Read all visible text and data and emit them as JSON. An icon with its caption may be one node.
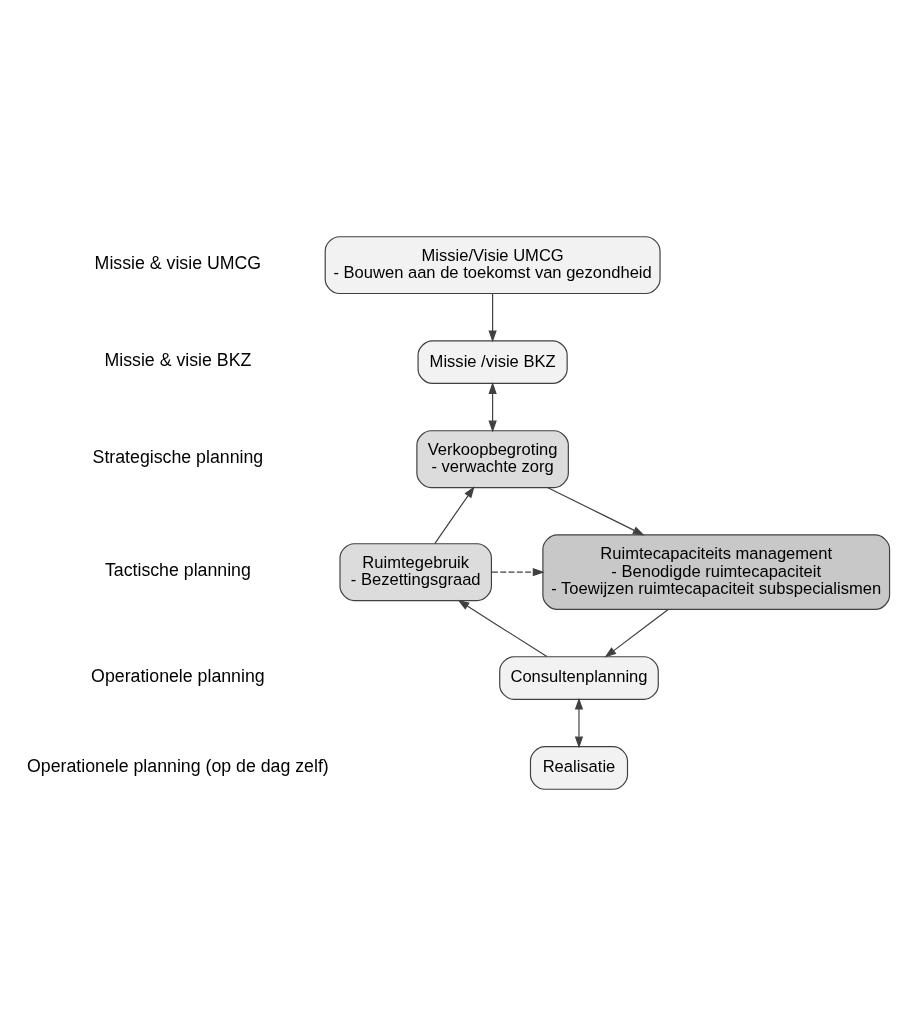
{
  "diagram": {
    "nodes": [
      {
        "text": [
          "Missie/Visie UMCG",
          "- Bouwen aan de toekomst van gezondheid"
        ]
      },
      {
        "text": [
          "Missie /visie BKZ"
        ]
      },
      {
        "text": [
          "Verkoopbegroting",
          "- verwachte zorg"
        ]
      },
      {
        "text": [
          "Ruimtecapaciteits management",
          "- Benodigde ruimtecapaciteit",
          "- Toewijzen ruimtecapaciteit subspecialismen"
        ]
      },
      {
        "text": [
          "Ruimtegebruik",
          "- Bezettingsgraad"
        ]
      },
      {
        "text": [
          "Consultenplanning"
        ]
      },
      {
        "text": [
          "Realisatie"
        ]
      }
    ],
    "edges": [
      {
        "from": 0,
        "to": 1,
        "arrow": "to"
      },
      {
        "from": 1,
        "to": 2,
        "arrow": "both"
      },
      {
        "from": 2,
        "to": 3,
        "arrow": "to"
      },
      {
        "from": 4,
        "to": 2,
        "arrow": "to"
      },
      {
        "from": 4,
        "to": 3,
        "arrow": "to",
        "style": "dashed"
      },
      {
        "from": 3,
        "to": 5,
        "arrow": "to"
      },
      {
        "from": 5,
        "to": 4,
        "arrow": "to"
      },
      {
        "from": 5,
        "to": 6,
        "arrow": "both"
      }
    ],
    "labels": [
      "Missie & visie UMCG",
      "Missie & visie BKZ",
      "Strategische planning",
      "Tactische planning",
      "Operationele planning",
      "Operationele planning (op de dag zelf)"
    ]
  }
}
